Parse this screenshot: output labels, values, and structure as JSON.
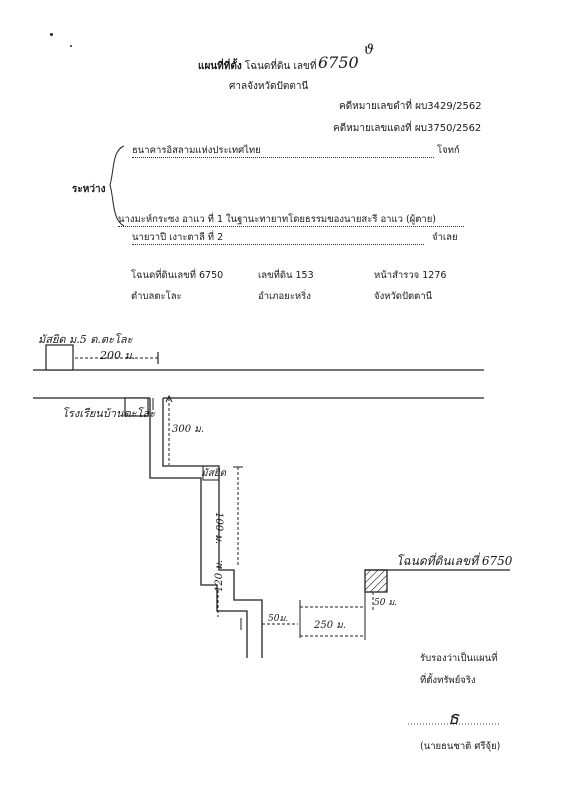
{
  "header": {
    "title_prefix": "แผนที่ที่ตั้ง",
    "title_main": "โฉนดที่ดิน เลขที่",
    "title_number": "6750",
    "court": "ศาลจังหวัดปัตตานี",
    "black_case": "คดีหมายเลขดำที่ ผบ3429/2562",
    "red_case": "คดีหมายเลขแดงที่ ผบ3750/2562"
  },
  "parties": {
    "between": "ระหว่าง",
    "plaintiff": "ธนาคารอิสลามแห่งประเทศไทย",
    "plaintiff_role": "โจทก์",
    "defendant_line1": "นางมะห์กระซง อาแว ที่ 1 ในฐานะทายาทโดยธรรมของนายสะรี อาแว  (ผู้ตาย)",
    "defendant_line2": "นายวาปี  เงาะตาลี  ที่ 2",
    "defendant_role": "จำเลย"
  },
  "land": {
    "deed": "โฉนดที่ดินเลขที่  6750",
    "land_no": "เลขที่ดิน 153",
    "survey_page": "หน้าสำรวจ   1276",
    "subdistrict": "ตำบลตะโละ",
    "district": "อำเภอยะหริ่ง",
    "province": "จังหวัดปัตตานี"
  },
  "map": {
    "mosque_label": "มัสยิด ม.5 ต.ตะโละ",
    "dist_200": "200 ม.",
    "school_label": "โรงเรียนบ้านตะโละ",
    "dist_300": "300 ม.",
    "mosque_small": "มัสยิด",
    "dist_100": "100 ม.",
    "dist_120": "120 ม.",
    "dist_50_a": "50ม.",
    "dist_250": "250 ม.",
    "deed_label": "โฉนดที่ดินเลขที่ 6750",
    "dist_50_b": "50 ม."
  },
  "certify": {
    "line1": "รับรองว่าเป็นแผนที่",
    "line2": "ที่ตั้งทรัพย์จริง",
    "signature": "ธ",
    "name": "(นายธนชาติ  ศรีจุ้ย)"
  }
}
